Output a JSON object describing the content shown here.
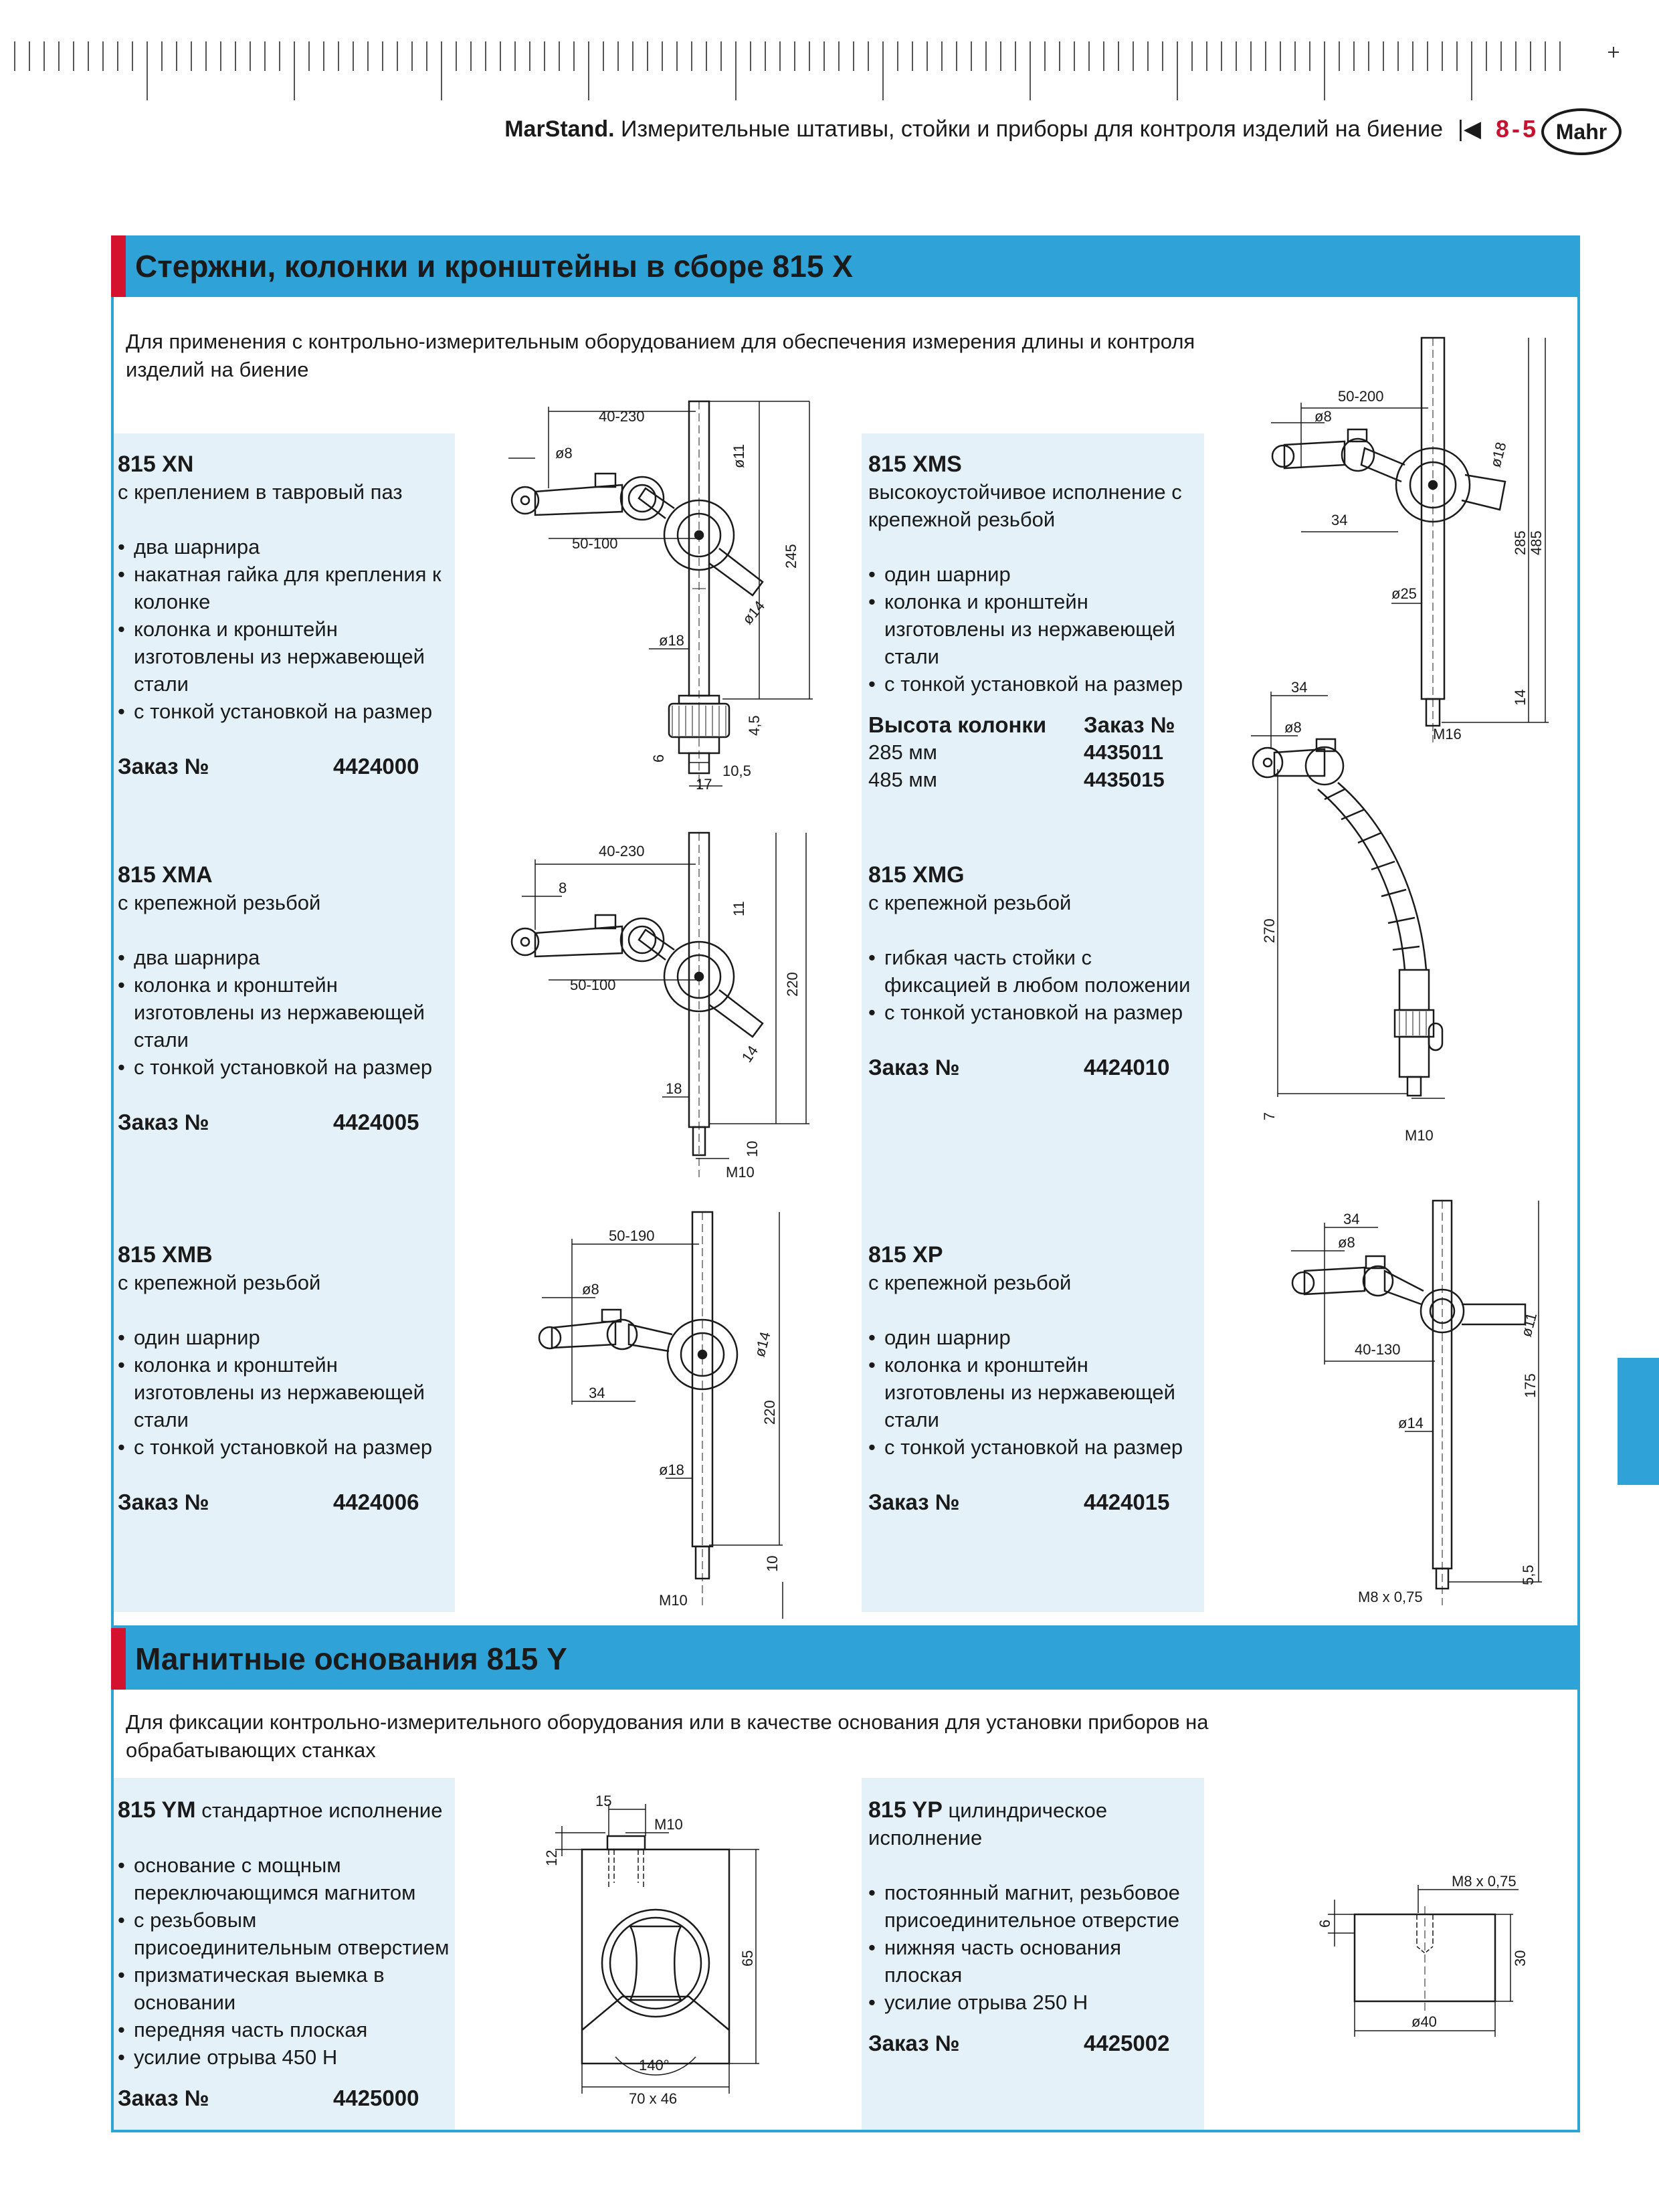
{
  "header": {
    "brand": "MarStand.",
    "title": "Измерительные штативы, стойки и приборы для контроля изделий на биение",
    "page": "8-5",
    "logo": "Mahr"
  },
  "section1": {
    "title": "Стержни, колонки и кронштейны в сборе 815 X",
    "intro": "Для применения с контрольно-измерительным оборудованием для обеспечения измерения длины и контроля изделий на биение"
  },
  "section2": {
    "title": "Магнитные основания 815 Y",
    "intro": "Для фиксации контрольно-измерительного оборудования или в качестве основания для установки приборов на обрабатывающих станках"
  },
  "order_label": "Заказ №",
  "products": {
    "xn": {
      "code": "815 XN",
      "sub": "с креплением в тавровый паз",
      "features": [
        "два шарнира",
        "накатная гайка для крепления к колонке",
        "колонка и кронштейн изготовлены из нержавеющей стали",
        "с тонкой установкой на размер"
      ],
      "order": "4424000"
    },
    "xma": {
      "code": "815 XMA",
      "sub": "с крепежной резьбой",
      "features": [
        "два шарнира",
        "колонка и кронштейн изготовлены из нержавеющей стали",
        "с тонкой установкой на размер"
      ],
      "order": "4424005"
    },
    "xmb": {
      "code": "815 XMB",
      "sub": "с крепежной резьбой",
      "features": [
        "один шарнир",
        "колонка и кронштейн изготовлены из нержавеющей стали",
        "с тонкой установкой на размер"
      ],
      "order": "4424006"
    },
    "xms": {
      "code": "815 XMS",
      "sub": "высокоустойчивое исполнение с крепежной резьбой",
      "features": [
        "один шарнир",
        "колонка и кронштейн изготовлены из нержавеющей стали",
        "с тонкой установкой на размер"
      ],
      "height_label": "Высота колонки",
      "order_label": "Заказ №",
      "heights": [
        {
          "h": "285 мм",
          "order": "4435011"
        },
        {
          "h": "485 мм",
          "order": "4435015"
        }
      ]
    },
    "xmg": {
      "code": "815 XMG",
      "sub": "с крепежной резьбой",
      "features": [
        "гибкая часть стойки с фиксацией в любом положении",
        "с тонкой установкой на размер"
      ],
      "order": "4424010"
    },
    "xp": {
      "code": "815 XP",
      "sub": "с крепежной резьбой",
      "features": [
        "один шарнир",
        "колонка и кронштейн изготовлены из нержавеющей стали",
        "с тонкой установкой на размер"
      ],
      "order": "4424015"
    },
    "ym": {
      "code": "815 YM",
      "sub": "стандартное исполнение",
      "features": [
        "основание с мощным переключающимся магнитом",
        "с резьбовым присоединительным отверстием",
        "призматическая выемка в основании",
        "передняя часть плоская",
        "усилие отрыва 450 Н"
      ],
      "order": "4425000"
    },
    "yp": {
      "code": "815 YP",
      "sub": "цилиндрическое исполнение",
      "features": [
        "постоянный магнит, резьбовое присоединительное отверстие",
        "нижняя часть основания плоская",
        "усилие отрыва 250 Н"
      ],
      "order": "4425002"
    }
  },
  "dims": {
    "xn": [
      "40-230",
      "ø8",
      "ø11",
      "50-100",
      "245",
      "ø14",
      "ø18",
      "4,5",
      "6",
      "10,5",
      "17"
    ],
    "xma": [
      "40-230",
      "8",
      "11",
      "50-100",
      "220",
      "14",
      "18",
      "10",
      "M10"
    ],
    "xmb": [
      "50-190",
      "ø8",
      "ø14",
      "34",
      "220",
      "ø18",
      "10",
      "M10"
    ],
    "xms": [
      "50-200",
      "ø8",
      "ø18",
      "34",
      "285",
      "485",
      "ø25",
      "14",
      "M16"
    ],
    "xmg": [
      "34",
      "ø8",
      "270",
      "7",
      "M10"
    ],
    "xp": [
      "34",
      "ø8",
      "ø11",
      "40-130",
      "175",
      "ø14",
      "5,5",
      "M8 x 0,75"
    ],
    "ym": [
      "15",
      "M10",
      "12",
      "65",
      "140°",
      "70 x 46"
    ],
    "yp": [
      "M8 x 0,75",
      "6",
      "30",
      "ø40"
    ]
  }
}
